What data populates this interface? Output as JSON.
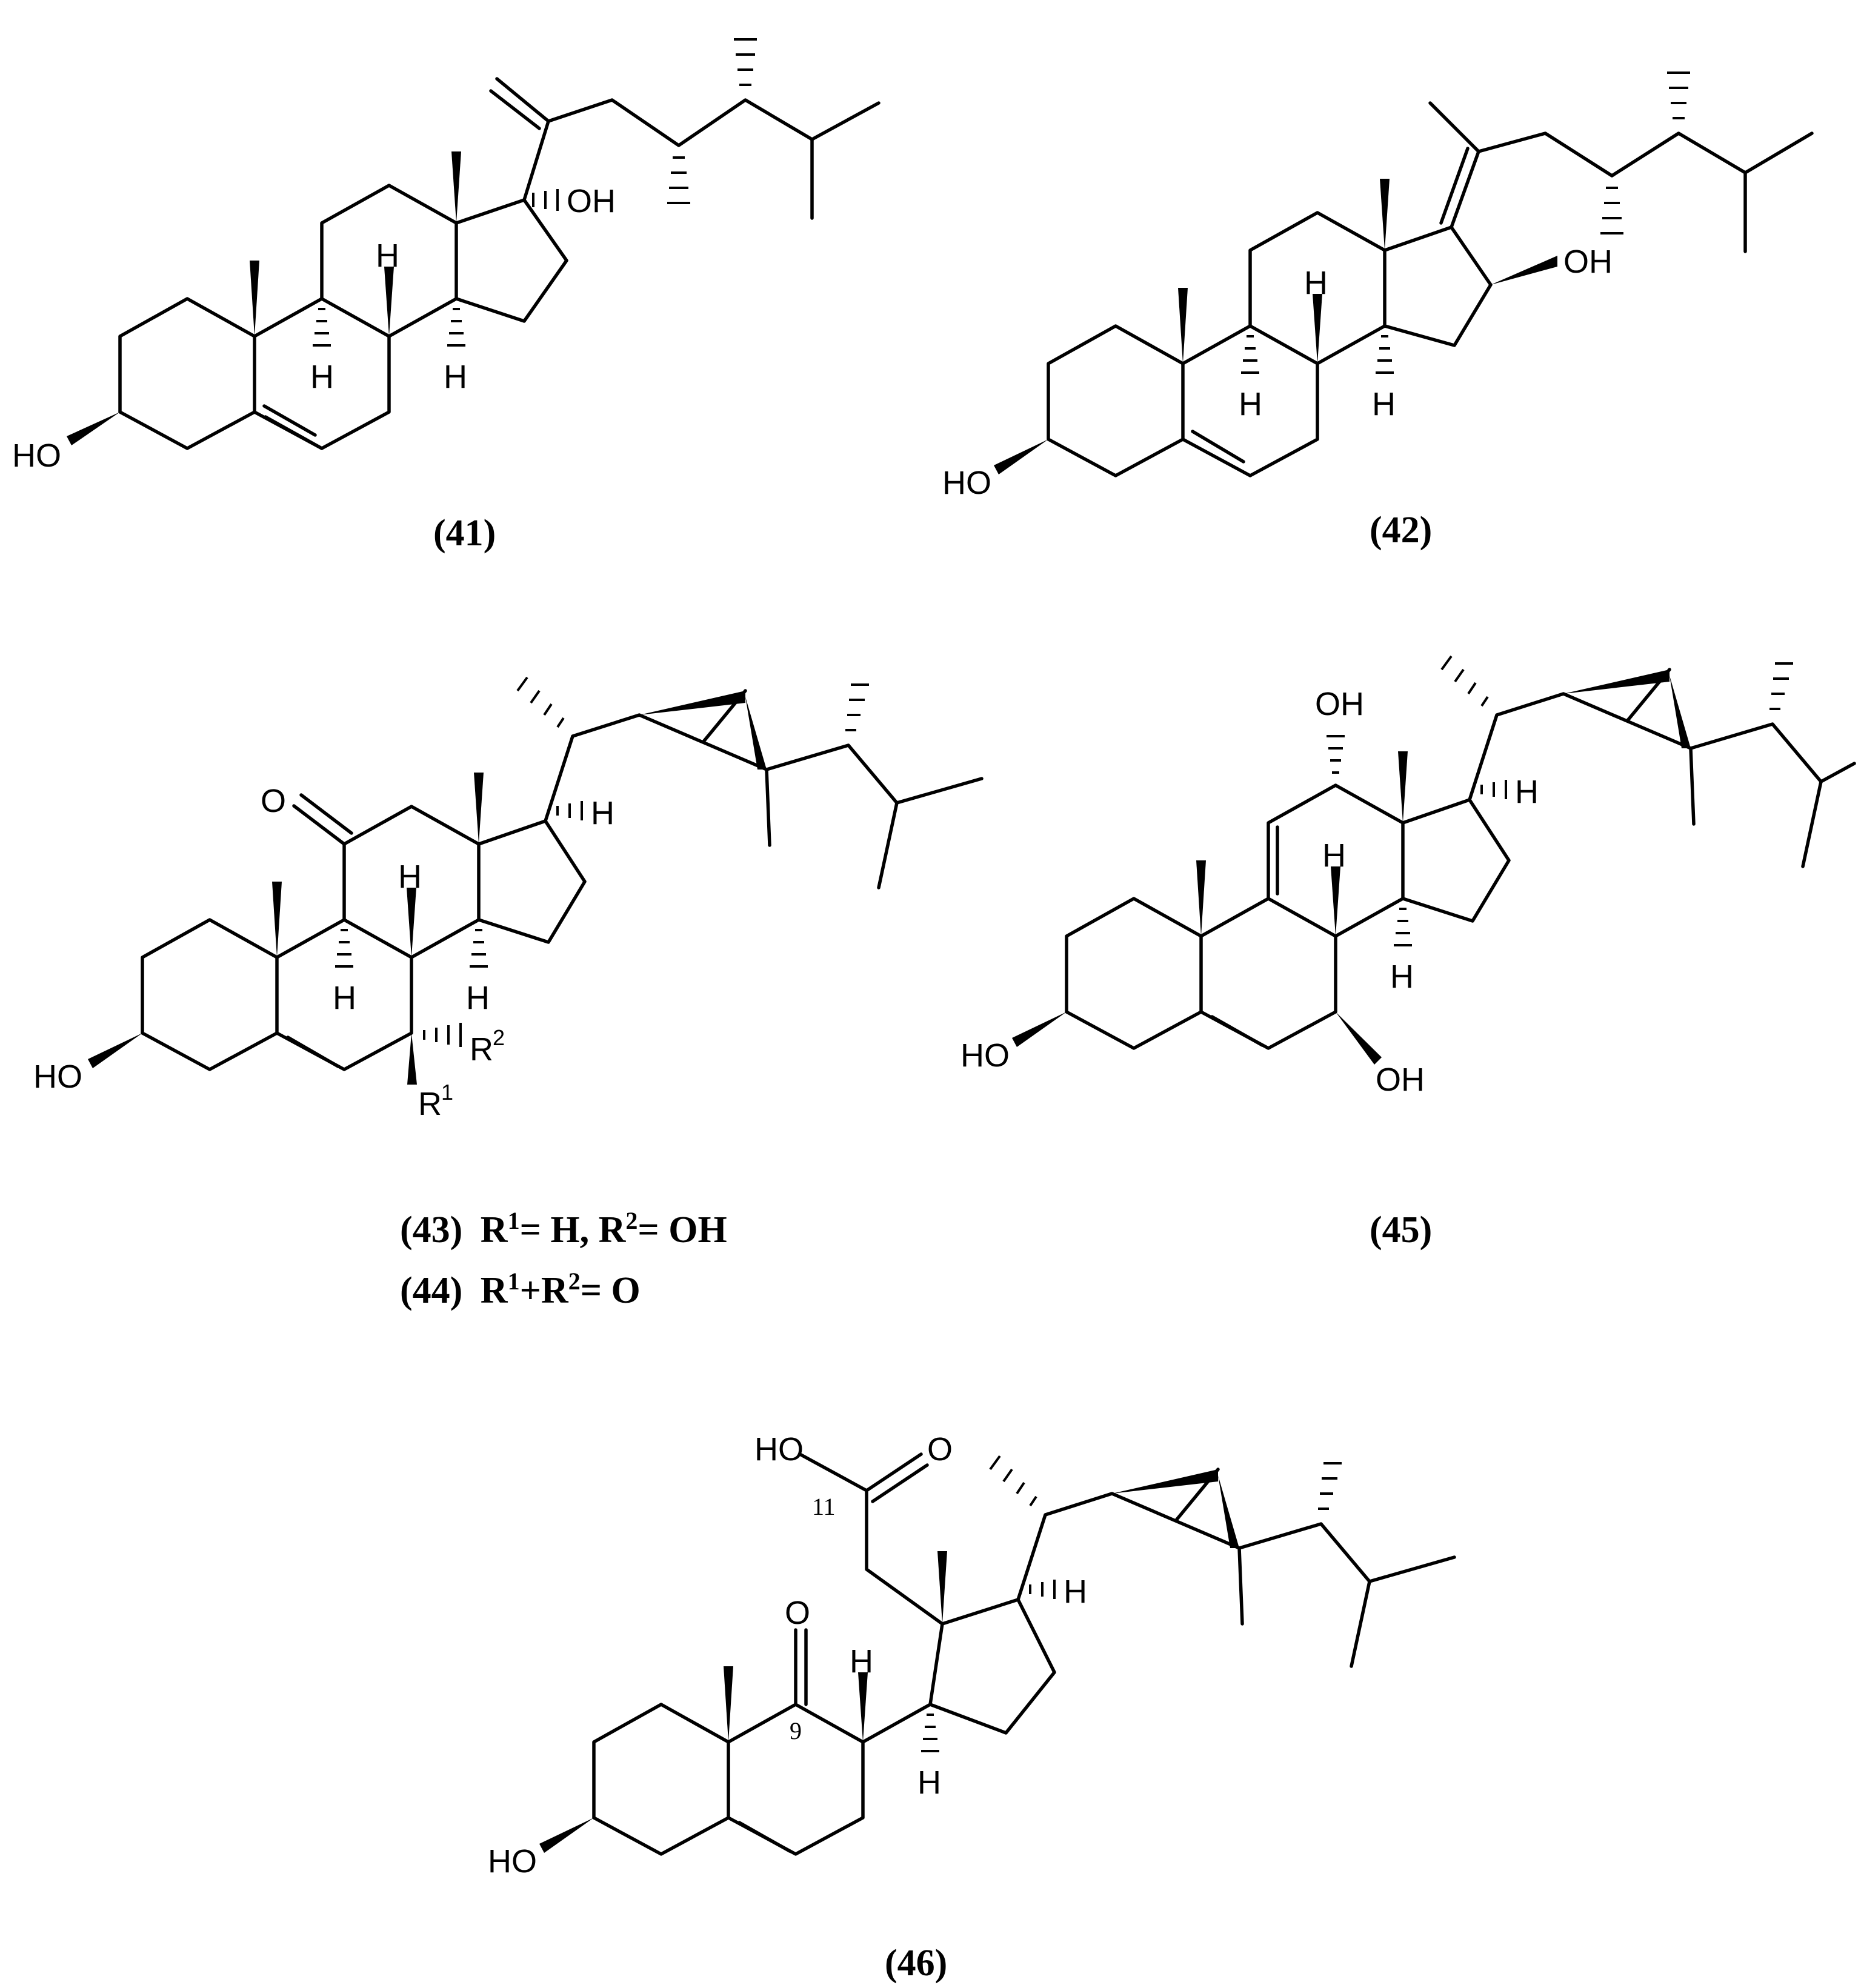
{
  "compounds": [
    {
      "id": "41",
      "caption": "(41)",
      "labels": {
        "oh_17": "OH",
        "oh_3": "HO",
        "h_8": "H",
        "h_9": "H",
        "h_14": "H"
      }
    },
    {
      "id": "42",
      "caption": "(42)",
      "labels": {
        "oh_16": "OH",
        "oh_3": "HO",
        "h_8": "H",
        "h_9": "H",
        "h_14": "H"
      }
    },
    {
      "id": "43-44",
      "caption_lines": [
        {
          "num": "(43)",
          "r1": "R",
          "r1sup": "1",
          "mid1": "= H, ",
          "r2": "R",
          "r2sup": "2",
          "tail": "= OH"
        },
        {
          "num": "(44)",
          "r1": "R",
          "r1sup": "1",
          "mid1": "+",
          "r2": "R",
          "r2sup": "2",
          "tail": "= O"
        }
      ],
      "labels": {
        "ketone_o": "O",
        "oh_3": "HO",
        "h_8": "H",
        "h_9": "H",
        "h_14": "H",
        "h_17": "H",
        "r1": "R",
        "r1sup": "1",
        "r2": "R",
        "r2sup": "2"
      }
    },
    {
      "id": "45",
      "caption": "(45)",
      "labels": {
        "oh_12": "OH",
        "oh_3": "HO",
        "oh_7": "OH",
        "h_8": "H",
        "h_14": "H",
        "h_17": "H"
      }
    },
    {
      "id": "46",
      "caption": "(46)",
      "labels": {
        "acid_ho": "HO",
        "acid_o": "O",
        "c11": "11",
        "ketone_o": "O",
        "c9": "9",
        "oh_3": "HO",
        "h_8": "H",
        "h_14": "H",
        "h_17": "H"
      }
    }
  ]
}
